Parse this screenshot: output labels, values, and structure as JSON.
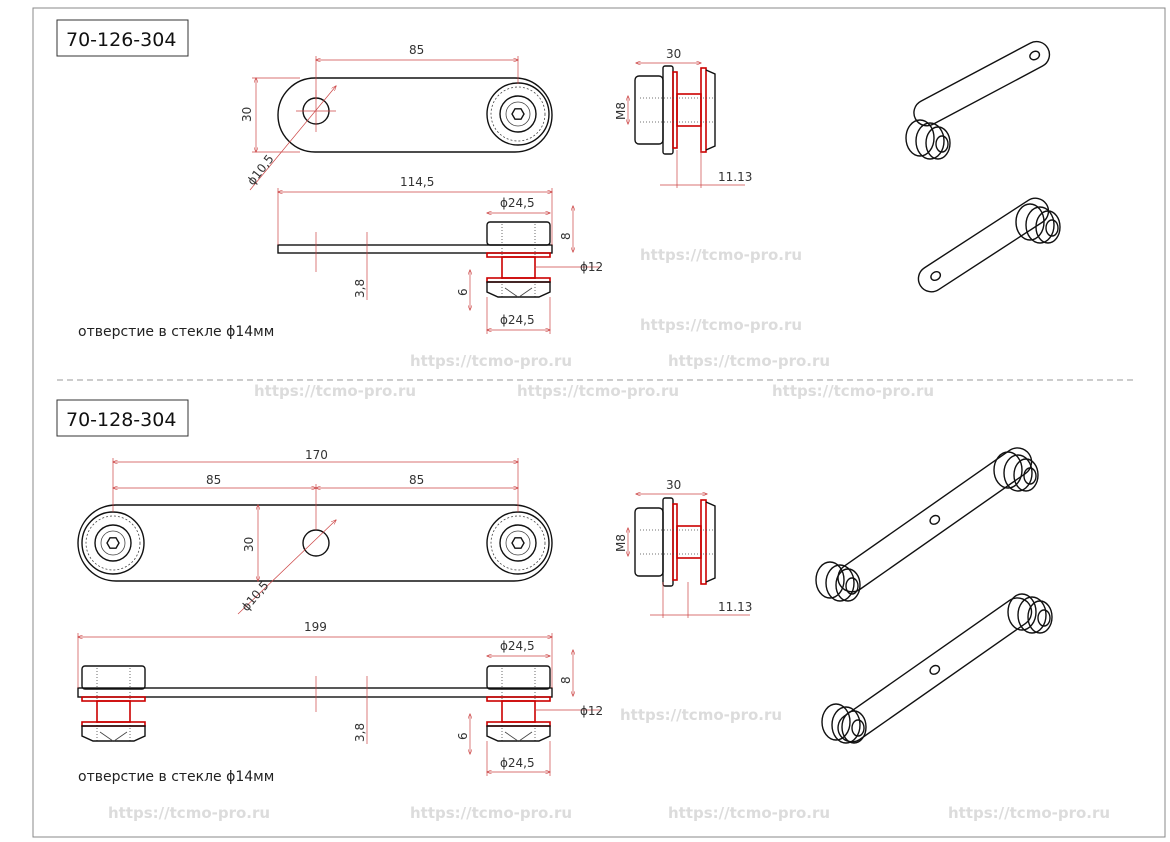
{
  "watermark": "https://tcmo-pro.ru",
  "colors": {
    "line": "#111111",
    "dimension": "#cc4444",
    "highlight": "#cc0000",
    "watermark": "#dcdcdc"
  },
  "parts": [
    {
      "code": "70-126-304",
      "dims": {
        "length": "85",
        "width": "30",
        "hole": "ϕ10,5",
        "total": "114,5",
        "cap_top": "ϕ24,5",
        "cap_h": "8",
        "barrel": "ϕ12",
        "gap": "6",
        "cap_bottom": "ϕ24,5",
        "thickness": "3,8",
        "side_len": "30",
        "thread": "M8",
        "offset": "11.13"
      },
      "note": "отверстие в стекле ϕ14мм"
    },
    {
      "code": "70-128-304",
      "dims": {
        "total_top": "170",
        "half_left": "85",
        "half_right": "85",
        "width": "30",
        "hole": "ϕ10,5",
        "total": "199",
        "cap_top": "ϕ24,5",
        "cap_h": "8",
        "barrel": "ϕ12",
        "gap": "6",
        "cap_bottom": "ϕ24,5",
        "thickness": "3,8",
        "side_len": "30",
        "thread": "M8",
        "offset": "11.13"
      },
      "note": "отверстие в стекле ϕ14мм"
    }
  ]
}
